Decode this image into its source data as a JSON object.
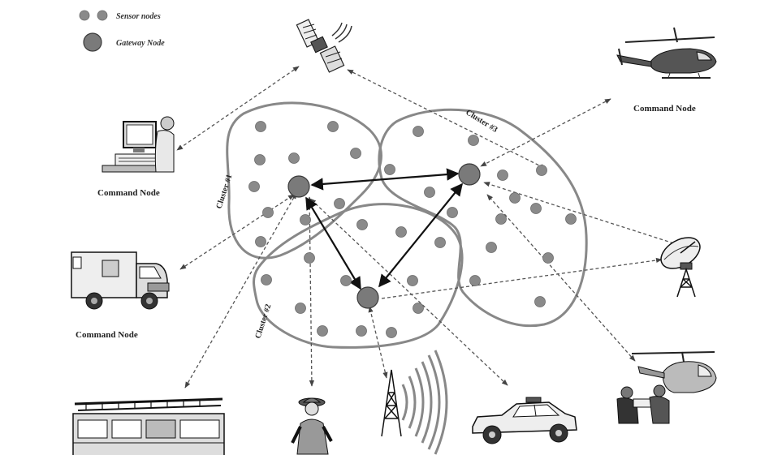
{
  "legend": {
    "sensor_label": "Sensor nodes",
    "gateway_label": "Gateway Node"
  },
  "clusters": {
    "c1": "Cluster #1",
    "c2": "Cluster #2",
    "c3": "Cluster #3"
  },
  "command_nodes": {
    "helicopter": "Command Node",
    "computer": "Command Node",
    "ambulance": "Command Node"
  },
  "colors": {
    "node_fill": "#8a8a8a",
    "cluster_outline": "#888888"
  },
  "icons": [
    "satellite-icon",
    "helicopter-icon",
    "computer-user-icon",
    "ambulance-icon",
    "satellite-dish-icon",
    "fire-truck-icon",
    "firefighter-icon",
    "radio-tower-icon",
    "police-car-icon",
    "medevac-icon"
  ]
}
